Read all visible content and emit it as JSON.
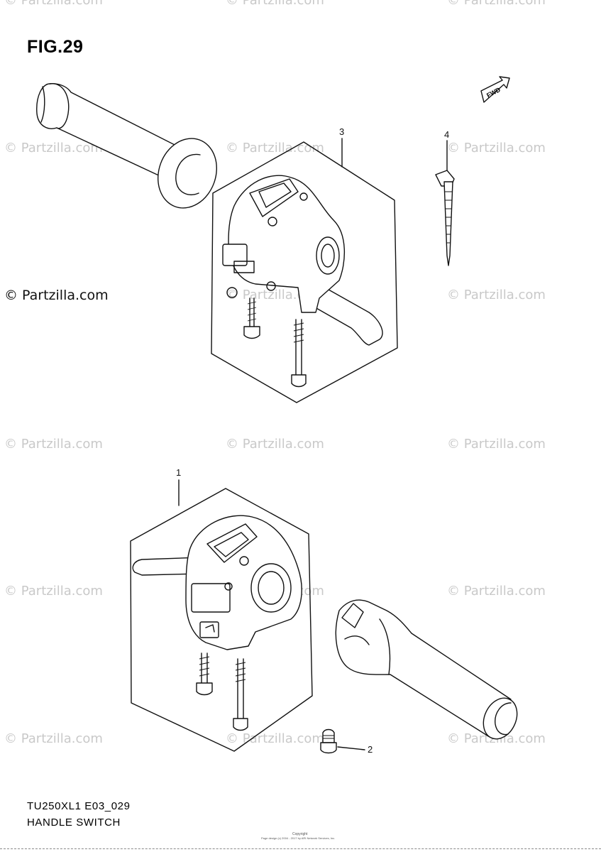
{
  "figure_title": "FIG.29",
  "watermark_text": "© Partzilla.com",
  "callouts": [
    "1",
    "2",
    "3",
    "4"
  ],
  "fwd_label": "FWD",
  "footer": {
    "model_code": "TU250XL1 E03_029",
    "part_name": "HANDLE SWITCH"
  },
  "copyright": {
    "label": "Copyright",
    "fine_print": "Page design (c) 2004 - 2017 by ARI Network Services, Inc."
  },
  "colors": {
    "line": "#111111",
    "watermark": "#c9c9c9",
    "background": "#ffffff"
  }
}
